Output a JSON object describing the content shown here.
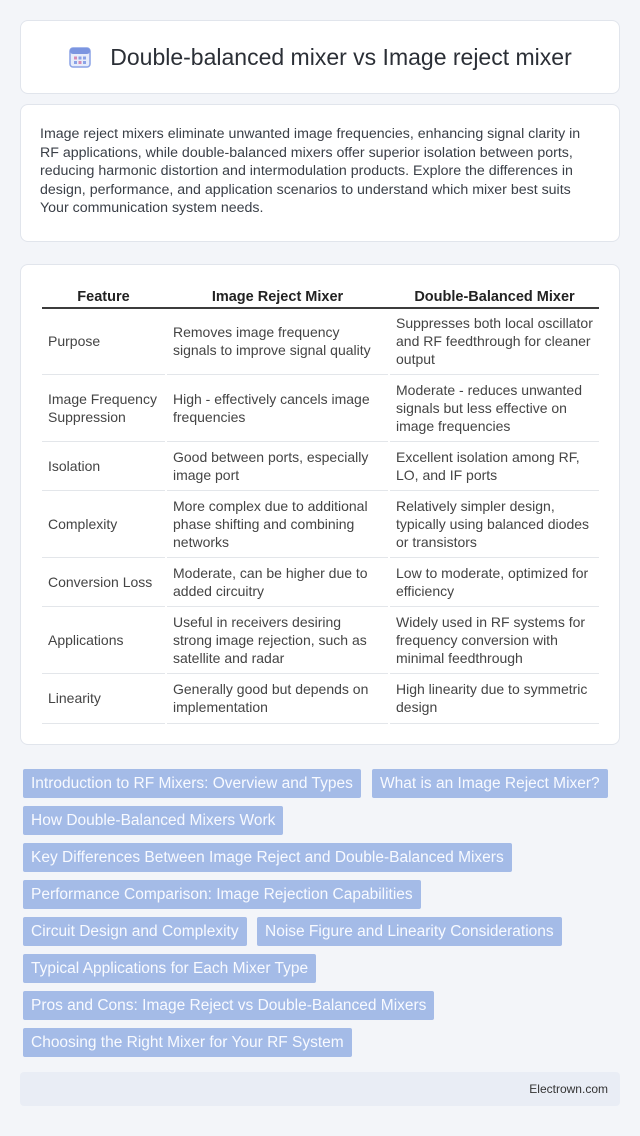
{
  "header": {
    "title": "Double-balanced mixer vs Image reject mixer",
    "icon": "calendar-icon",
    "accent": "#6f8fd8"
  },
  "intro": {
    "text": "Image reject mixers eliminate unwanted image frequencies, enhancing signal clarity in RF applications, while double-balanced mixers offer superior isolation between ports, reducing harmonic distortion and intermodulation products. Explore the differences in design, performance, and application scenarios to understand which mixer best suits Your communication system needs."
  },
  "table": {
    "headers": [
      "Feature",
      "Image Reject Mixer",
      "Double-Balanced Mixer"
    ],
    "rows": [
      [
        "Purpose",
        "Removes image frequency signals to improve signal quality",
        "Suppresses both local oscillator and RF feedthrough for cleaner output"
      ],
      [
        "Image Frequency Suppression",
        "High - effectively cancels image frequencies",
        "Moderate - reduces unwanted signals but less effective on image frequencies"
      ],
      [
        "Isolation",
        "Good between ports, especially image port",
        "Excellent isolation among RF, LO, and IF ports"
      ],
      [
        "Complexity",
        "More complex due to additional phase shifting and combining networks",
        "Relatively simpler design, typically using balanced diodes or transistors"
      ],
      [
        "Conversion Loss",
        "Moderate, can be higher due to added circuitry",
        "Low to moderate, optimized for efficiency"
      ],
      [
        "Applications",
        "Useful in receivers desiring strong image rejection, such as satellite and radar",
        "Widely used in RF systems for frequency conversion with minimal feedthrough"
      ],
      [
        "Linearity",
        "Generally good but depends on implementation",
        "High linearity due to symmetric design"
      ]
    ]
  },
  "links": [
    "Introduction to RF Mixers: Overview and Types",
    "What is an Image Reject Mixer?",
    "How Double-Balanced Mixers Work",
    "Key Differences Between Image Reject and Double-Balanced Mixers",
    "Performance Comparison: Image Rejection Capabilities",
    "Circuit Design and Complexity",
    "Noise Figure and Linearity Considerations",
    "Typical Applications for Each Mixer Type",
    "Pros and Cons: Image Reject vs Double-Balanced Mixers",
    "Choosing the Right Mixer for Your RF System"
  ],
  "footer": {
    "site": "Electrown.com"
  }
}
